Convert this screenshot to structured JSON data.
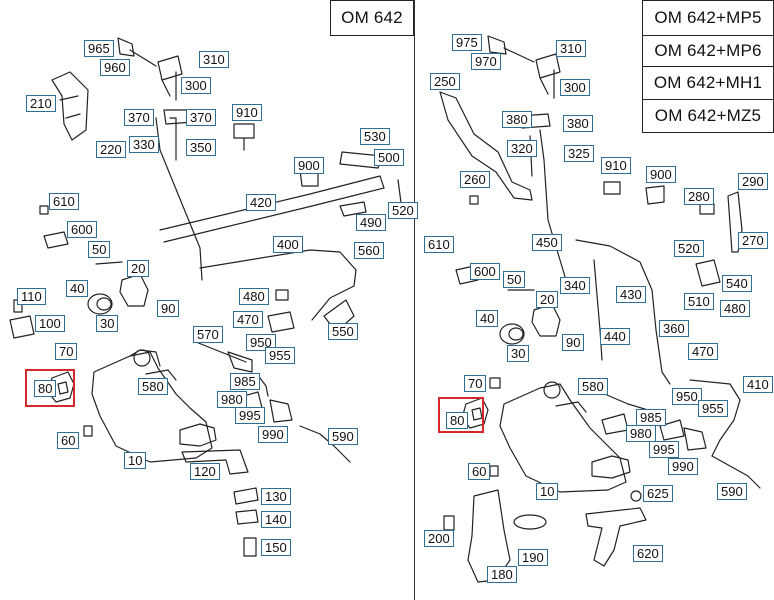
{
  "panels": {
    "left": {
      "model_labels": [
        "OM 642"
      ]
    },
    "right": {
      "model_labels": [
        "OM 642+MP5",
        "OM 642+MP6",
        "OM 642+MH1",
        "OM 642+MZ5"
      ]
    }
  },
  "callouts": {
    "left": [
      "965",
      "960",
      "310",
      "300",
      "210",
      "370",
      "370",
      "910",
      "330",
      "220",
      "350",
      "530",
      "500",
      "900",
      "420",
      "520",
      "490",
      "610",
      "400",
      "560",
      "600",
      "50",
      "20",
      "110",
      "40",
      "90",
      "480",
      "100",
      "30",
      "470",
      "550",
      "570",
      "70",
      "950",
      "955",
      "80",
      "580",
      "985",
      "980",
      "995",
      "990",
      "590",
      "60",
      "10",
      "120",
      "130",
      "140",
      "150"
    ],
    "right": [
      "975",
      "970",
      "310",
      "300",
      "250",
      "380",
      "380",
      "320",
      "325",
      "910",
      "900",
      "260",
      "280",
      "290",
      "270",
      "610",
      "450",
      "520",
      "600",
      "50",
      "340",
      "430",
      "540",
      "20",
      "510",
      "480",
      "40",
      "440",
      "360",
      "30",
      "90",
      "470",
      "70",
      "580",
      "410",
      "950",
      "955",
      "80",
      "985",
      "980",
      "995",
      "990",
      "590",
      "60",
      "10",
      "625",
      "200",
      "190",
      "180",
      "620"
    ]
  },
  "highlighted_part": "80",
  "colors": {
    "callout_border": "#2f6f95",
    "highlight": "#d62828",
    "line": "#222222"
  }
}
